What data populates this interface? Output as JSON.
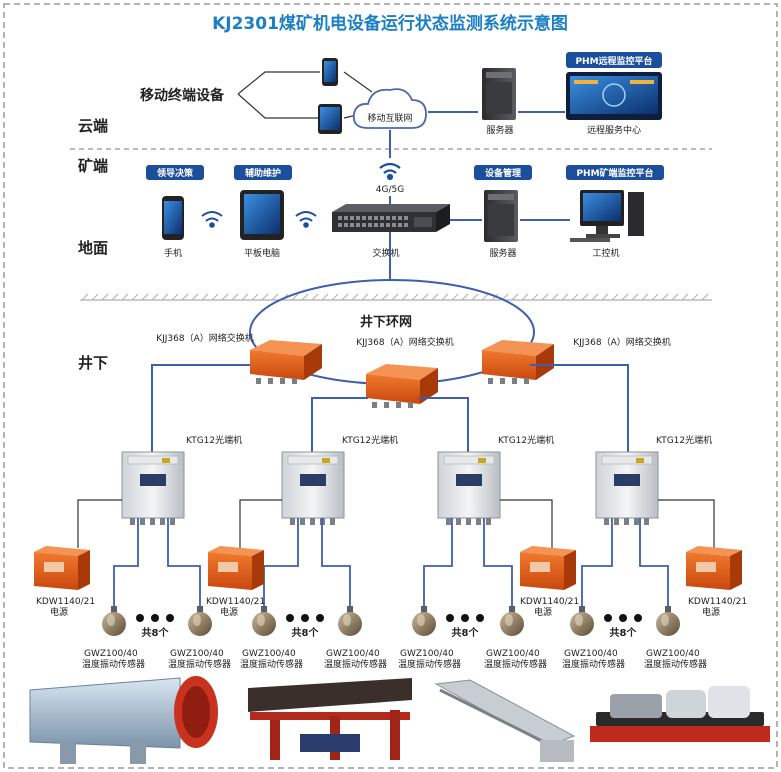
{
  "title": "KJ2301煤矿机电设备运行状态监测系统示意图",
  "zones": {
    "cloud": "云端",
    "mine": "矿端",
    "ground": "地面",
    "underground": "井下"
  },
  "cloud": {
    "mobile_terminal": "移动终端设备",
    "internet": "移动互联网",
    "server": "服务器",
    "phm_remote_badge": "PHM远程监控平台",
    "remote_center": "远程服务中心"
  },
  "surface": {
    "network": "4G/5G",
    "badge_leader": "领导决策",
    "badge_maint": "辅助维护",
    "badge_device": "设备管理",
    "badge_phm_mine": "PHM矿端监控平台",
    "phone": "手机",
    "tablet": "平板电脑",
    "switch": "交换机",
    "server": "服务器",
    "ipc": "工控机"
  },
  "underground": {
    "ring": "井下环网",
    "switch_left": "KJJ368（A）网络交换机",
    "switch_mid": "KJJ368（A）网络交换机",
    "switch_right": "KJJ368（A）网络交换机",
    "optic_1": "KTG12光端机",
    "optic_2": "KTG12光端机",
    "optic_3": "KTG12光端机",
    "optic_4": "KTG12光端机",
    "power_1": "KDW1140/21\n电源",
    "power_2": "KDW1140/21\n电源",
    "power_3": "KDW1140/21\n电源",
    "power_4": "KDW1140/21\n电源",
    "count": "共8个",
    "sensor_line1": "GWZ100/40",
    "sensor_line2": "温度振动传感器"
  },
  "colors": {
    "title": "#1a7fc4",
    "badge": "#1b4f9c",
    "line": "#3d5fae",
    "box_orange": "#e2641a"
  }
}
